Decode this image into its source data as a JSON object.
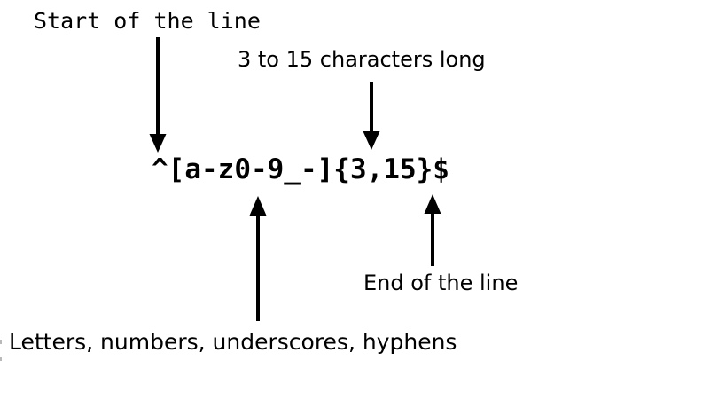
{
  "diagram": {
    "title_hint": "Regex anatomy diagram",
    "regex": "^[a-z0-9_-]{3,15}$",
    "annotations": {
      "start": "Start of the line",
      "length": "3 to 15 characters long",
      "end": "End of the line",
      "charset": "Letters, numbers, underscores, hyphens"
    },
    "arrows": [
      {
        "name": "start-arrow",
        "direction": "down",
        "points_to": "^"
      },
      {
        "name": "length-arrow",
        "direction": "down",
        "points_to": "{3,15}"
      },
      {
        "name": "charset-arrow",
        "direction": "up",
        "points_to": "[a-z0-9_-]"
      },
      {
        "name": "end-arrow",
        "direction": "up",
        "points_to": "$"
      }
    ],
    "colors": {
      "background": "#ffffff",
      "foreground": "#000000"
    }
  }
}
